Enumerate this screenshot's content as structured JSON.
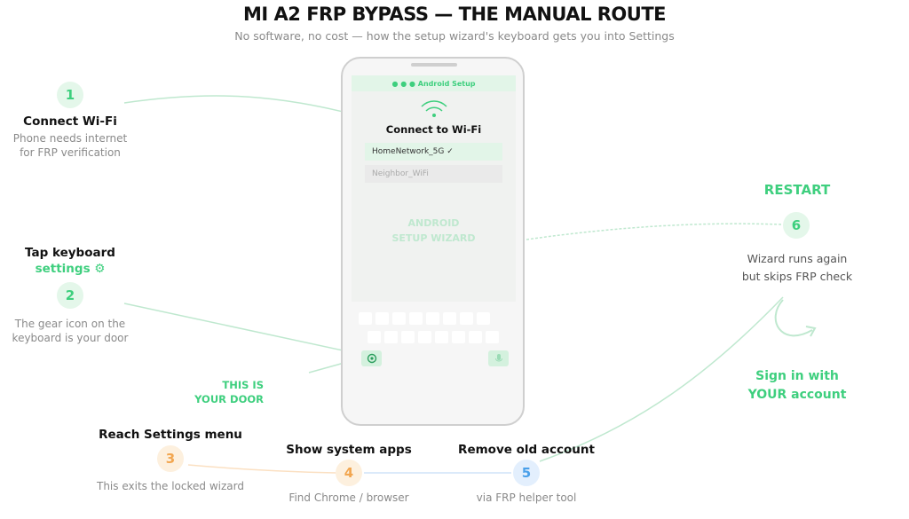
{
  "header": {
    "title": "MI A2 FRP BYPASS — THE MANUAL ROUTE",
    "subtitle": "No software, no cost — how the setup wizard's keyboard gets you into Settings"
  },
  "phone": {
    "status_bar": "● ● ● Android Setup",
    "screen_title": "Connect to Wi-Fi",
    "networks": [
      "HomeNetwork_5G ✓",
      "Neighbor_WiFi"
    ],
    "watermark_line1": "ANDROID",
    "watermark_line2": "SETUP WIZARD"
  },
  "steps": [
    {
      "number": "1",
      "title": "Connect Wi-Fi",
      "desc_line1": "Phone needs internet",
      "desc_line2": "for FRP verification"
    },
    {
      "number": "2",
      "title_line1": "Tap keyboard",
      "title_line2": "settings ⚙",
      "desc_line1": "The gear icon on the",
      "desc_line2": "keyboard is your door"
    },
    {
      "number": "3",
      "title": "Reach Settings menu",
      "desc": "This exits the locked wizard"
    },
    {
      "number": "4",
      "title": "Show system apps",
      "desc": "Find Chrome / browser"
    },
    {
      "number": "5",
      "title": "Remove old account",
      "desc": "via FRP helper tool"
    },
    {
      "number": "6",
      "title": "RESTART",
      "desc_line1": "Wizard runs again",
      "desc_line2": "but skips FRP check"
    }
  ],
  "callouts": {
    "door_line1": "THIS IS",
    "door_line2": "YOUR DOOR",
    "signin_line1": "Sign in with",
    "signin_line2": "YOUR account"
  },
  "colors": {
    "green": "#3ecf7e",
    "orange": "#f2a650",
    "blue": "#4aa0ea"
  }
}
